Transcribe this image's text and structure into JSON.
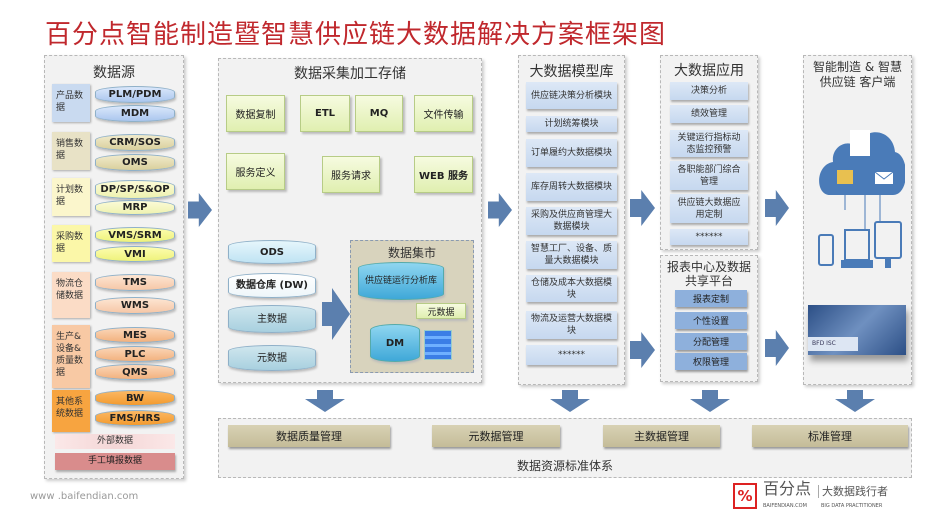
{
  "title": "百分点智能制造暨智慧供应链大数据解决方案框架图",
  "sources": {
    "title": "数据源",
    "groups": [
      {
        "label": "产品数据",
        "items": [
          "PLM/PDM",
          "MDM"
        ]
      },
      {
        "label": "销售数据",
        "items": [
          "CRM/SOS",
          "OMS"
        ]
      },
      {
        "label": "计划数据",
        "items": [
          "DP/SP/S&OP",
          "MRP"
        ]
      },
      {
        "label": "采购数据",
        "items": [
          "VMS/SRM",
          "VMI"
        ]
      },
      {
        "label": "物流仓储数据",
        "items": [
          "TMS",
          "WMS"
        ]
      },
      {
        "label": "生产&设备&质量数据",
        "items": [
          "MES",
          "PLC",
          "QMS"
        ]
      },
      {
        "label": "其他系统数据",
        "items": [
          "BW",
          "FMS/HRS"
        ]
      }
    ],
    "external": "外部数据",
    "manual": "手工填报数据"
  },
  "collect": {
    "title": "数据采集加工存储",
    "row1": [
      "数据复制",
      "ETL",
      "MQ",
      "文件传输"
    ],
    "row2": [
      "服务定义",
      "服务请求",
      "WEB 服务"
    ],
    "stores": [
      "ODS",
      "数据仓库 (DW)",
      "主数据",
      "元数据"
    ],
    "mart": {
      "title": "数据集市",
      "analysis": "供应链运行分析库",
      "meta": "元数据",
      "dm": "DM"
    }
  },
  "models": {
    "title": "大数据模型库",
    "items": [
      "供应链决策分析模块",
      "计划统筹模块",
      "订单履约大数据模块",
      "库存周转大数据模块",
      "采购及供应商管理大数据模块",
      "智慧工厂、设备、质量大数据模块",
      "仓储及成本大数据模块",
      "物流及运营大数据模块",
      "******"
    ]
  },
  "apps": {
    "title": "大数据应用",
    "items": [
      "决策分析",
      "绩效管理",
      "关键运行指标动态监控预警",
      "各职能部门综合管理",
      "供应链大数据应用定制",
      "******"
    ]
  },
  "reports": {
    "title": "报表中心及数据共享平台",
    "items": [
      "报表定制",
      "个性设置",
      "分配管理",
      "权限管理"
    ]
  },
  "client": {
    "title": "智能制造 & 智慧供应链 客户端",
    "screen_label": "BFD ISC"
  },
  "standards": {
    "title": "数据资源标准体系",
    "items": [
      "数据质量管理",
      "元数据管理",
      "主数据管理",
      "标准管理"
    ]
  },
  "footer": {
    "url": "www .baifendian.com",
    "logo": "百分点",
    "logo_sub": "BAIFENDIAN.COM",
    "slogan": "大数据践行者",
    "slogan_sub": "BIG DATA PRACTITIONER"
  },
  "colors": {
    "title": "#c0282d",
    "arrow": "#5b7fae"
  }
}
